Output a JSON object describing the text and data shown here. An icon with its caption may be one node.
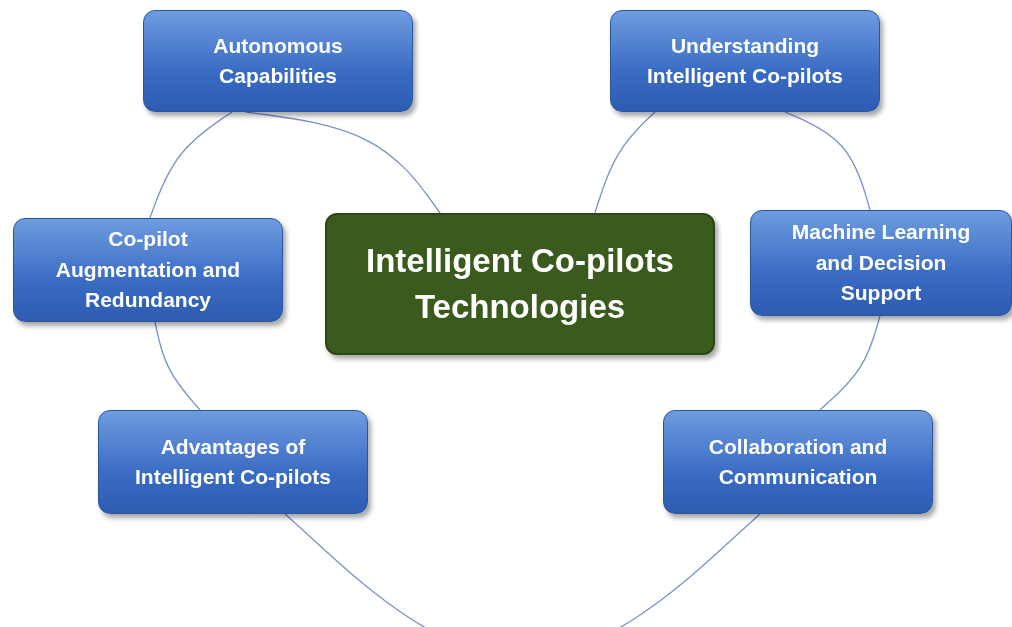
{
  "diagram": {
    "nodes": [
      {
        "text": [
          "Autonomous Capabilities"
        ]
      },
      {
        "text": [
          "Understanding Intelligent Co-pilots"
        ]
      },
      {
        "text": [
          "Co-pilot Augmentation and Redundancy"
        ]
      },
      {
        "text": [
          "Intelligent Co-pilots Technologies"
        ]
      },
      {
        "text": [
          "Machine Learning and Decision Support"
        ]
      },
      {
        "text": [
          "Advantages of Intelligent Co-pilots"
        ]
      },
      {
        "text": [
          "Collaboration and Communication"
        ]
      }
    ],
    "edges": [
      {
        "from": 0,
        "to": 3,
        "arrow": "none"
      },
      {
        "from": 3,
        "to": 1,
        "arrow": "none"
      },
      {
        "from": 1,
        "to": 4,
        "arrow": "none"
      },
      {
        "from": 4,
        "to": 6,
        "arrow": "none"
      },
      {
        "from": 6,
        "to": 5,
        "arrow": "none"
      },
      {
        "from": 5,
        "to": 2,
        "arrow": "none"
      },
      {
        "from": 2,
        "to": 0,
        "arrow": "none"
      }
    ]
  }
}
